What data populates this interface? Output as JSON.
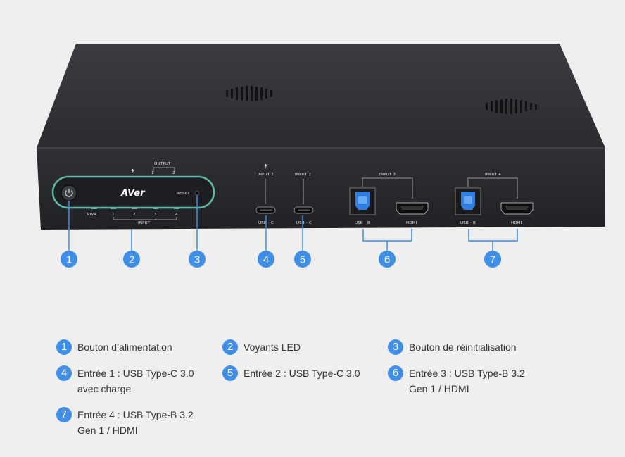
{
  "device": {
    "brand": "AVer",
    "labels": {
      "output": "OUTPUT",
      "output_1": "1",
      "output_2": "2",
      "reset": "RESET",
      "pwr": "PWR",
      "in_1": "1",
      "in_2": "2",
      "in_3": "3",
      "in_4": "4",
      "input": "INPUT",
      "input1": "INPUT 1",
      "input2": "INPUT 2",
      "input3": "INPUT 3",
      "input4": "INPUT 4",
      "usbc_1": "USB - C",
      "usbc_2": "USB - C",
      "usbb_3": "USB - B",
      "hdmi_3": "HDMI",
      "usbb_4": "USB - B",
      "hdmi_4": "HDMI"
    },
    "colors": {
      "accent": "#3f8ee8",
      "led_ring": "#5fb8a8",
      "usb_blue": "#2f7fe0",
      "body": "#2b2d31"
    }
  },
  "callouts": [
    "1",
    "2",
    "3",
    "4",
    "5",
    "6",
    "7"
  ],
  "legend": [
    {
      "num": "1",
      "text": "Bouton d’alimentation"
    },
    {
      "num": "2",
      "text": "Voyants LED"
    },
    {
      "num": "3",
      "text": "Bouton de réinitialisation"
    },
    {
      "num": "4",
      "text": "Entrée 1 : USB Type-C 3.0 avec charge"
    },
    {
      "num": "5",
      "text": "Entrée 2 : USB Type-C 3.0"
    },
    {
      "num": "6",
      "text": "Entrée 3 : USB Type-B 3.2 Gen 1 / HDMI"
    },
    {
      "num": "7",
      "text": "Entrée 4 : USB Type-B 3.2 Gen 1 / HDMI"
    }
  ]
}
